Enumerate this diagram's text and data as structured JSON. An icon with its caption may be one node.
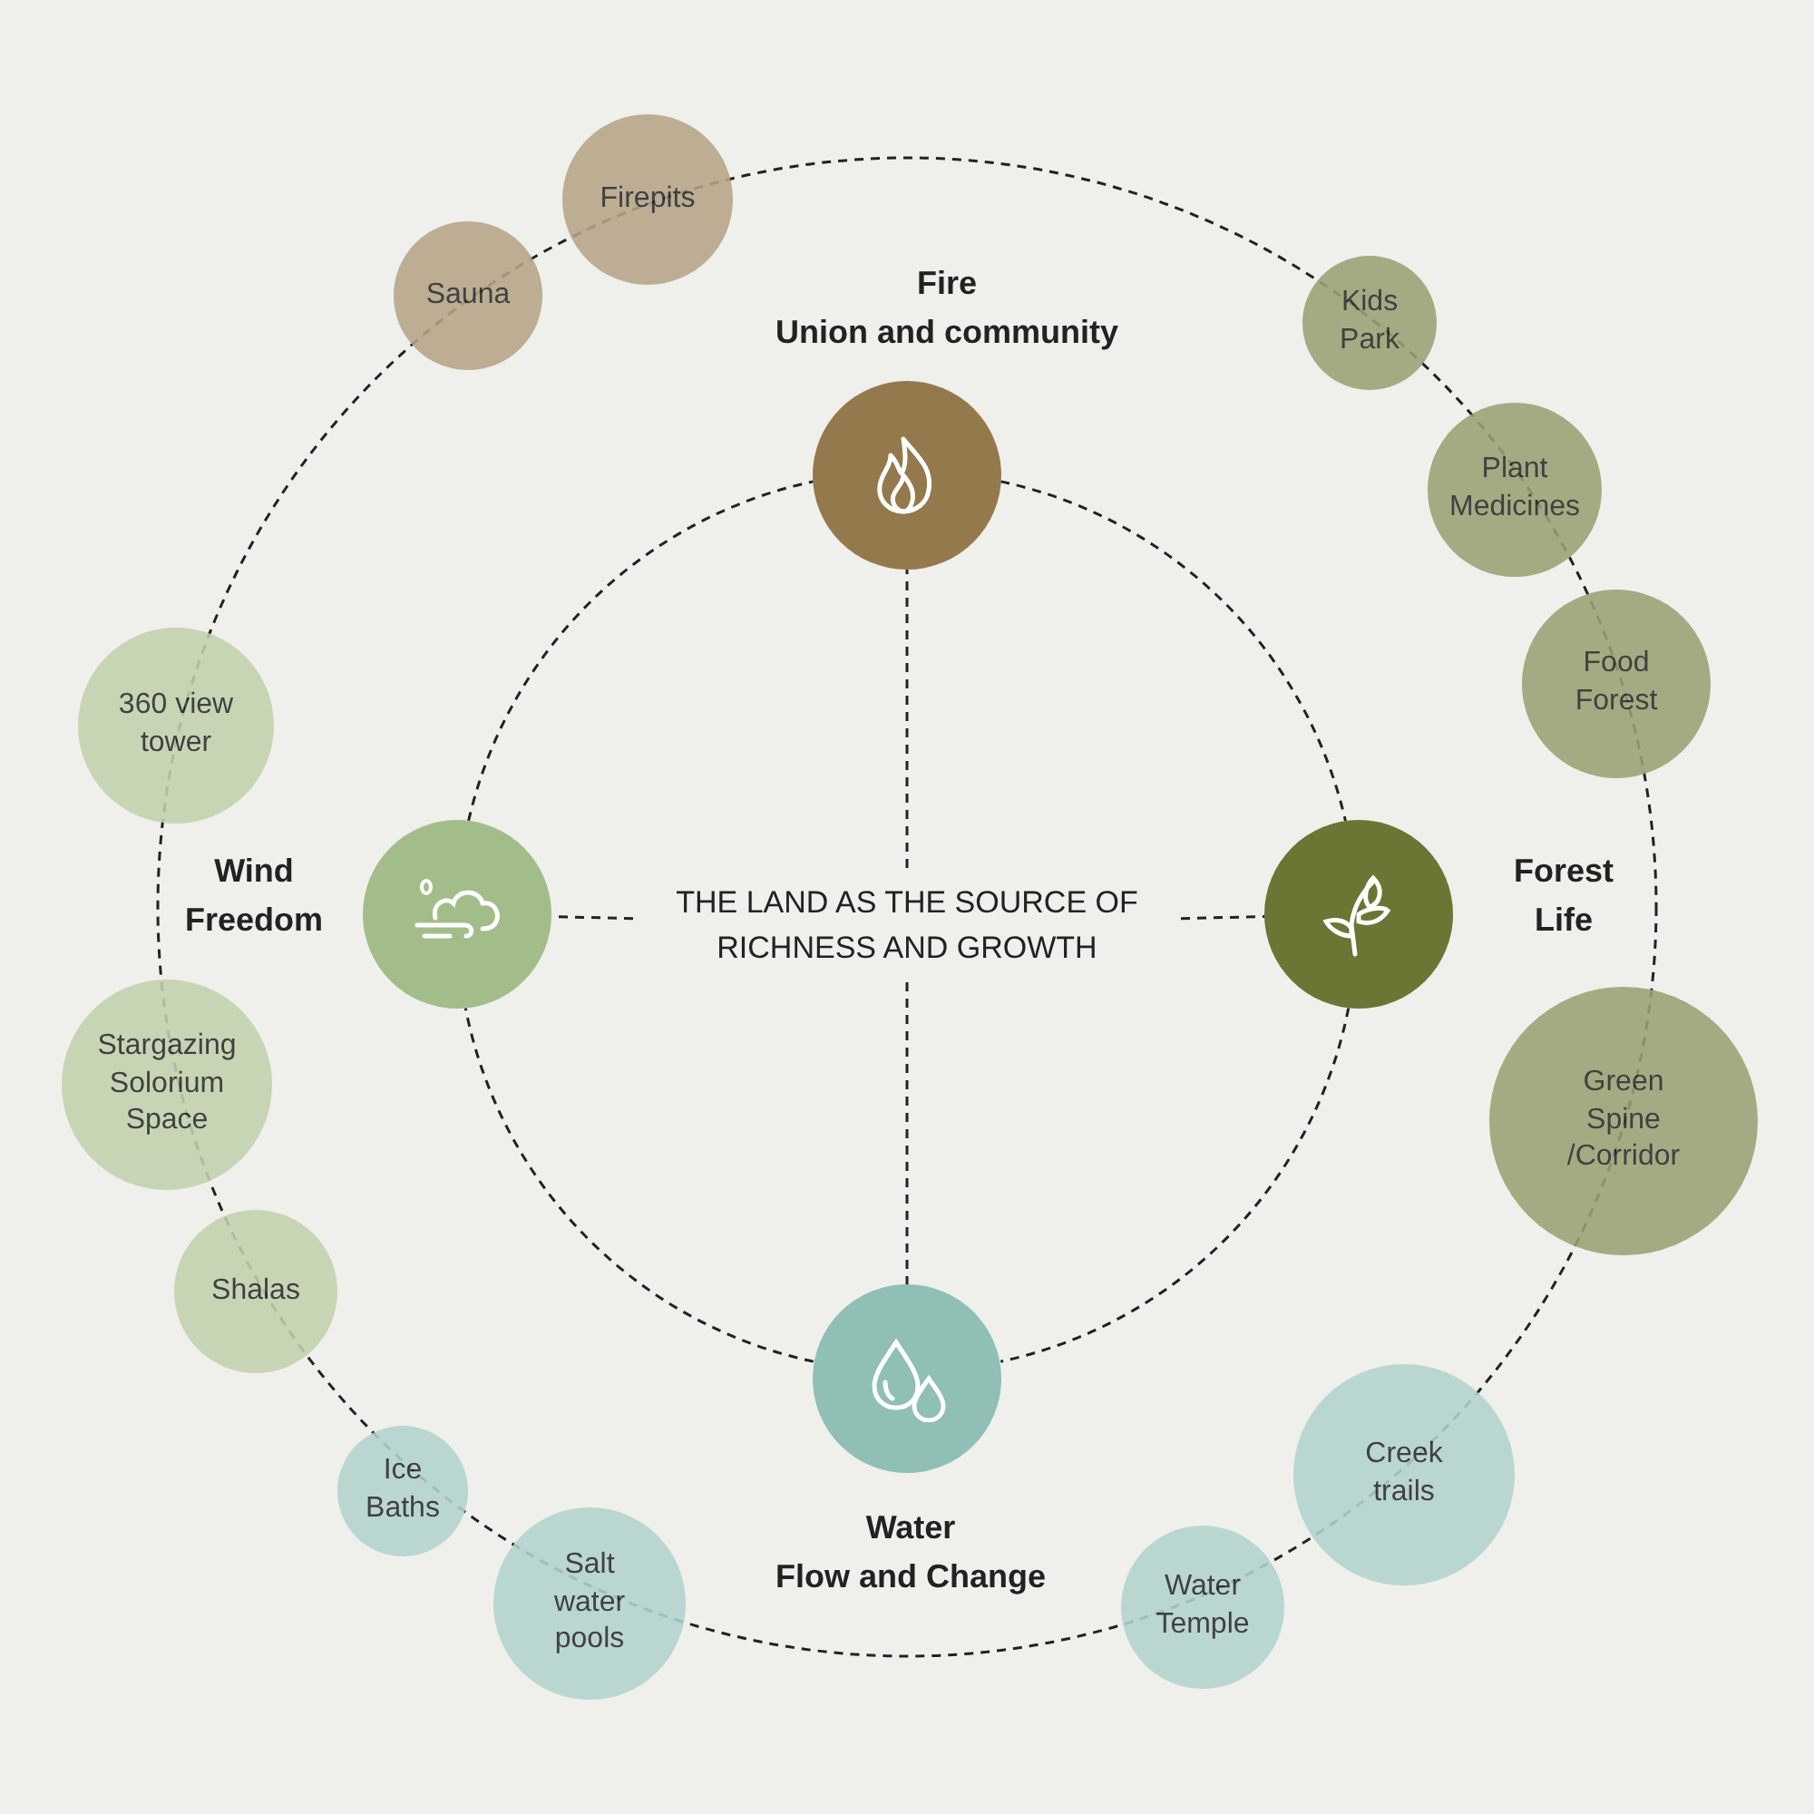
{
  "diagram": {
    "nodes": [
      {
        "text": [
          "THE LAND AS THE SOURCE OF RICHNESS AND GROWTH"
        ]
      },
      {
        "text": [],
        "shape": "circle",
        "beside": [
          "Fire",
          "Union and community"
        ]
      },
      {
        "text": [],
        "shape": "circle",
        "beside": [
          "Forest",
          "Life"
        ]
      },
      {
        "text": [],
        "shape": "circle",
        "beside": [
          "Water",
          "Flow and Change"
        ]
      },
      {
        "text": [],
        "shape": "circle",
        "beside": [
          "Wind",
          "Freedom"
        ]
      },
      {
        "text": [
          "Firepits"
        ]
      },
      {
        "text": [
          "Sauna"
        ]
      },
      {
        "text": [
          "Kids Park"
        ]
      },
      {
        "text": [
          "Plant Medicines"
        ]
      },
      {
        "text": [
          "Food Forest"
        ]
      },
      {
        "text": [
          "Green Spine /Corridor"
        ]
      },
      {
        "text": [
          "Creek trails"
        ]
      },
      {
        "text": [
          "Water Temple"
        ]
      },
      {
        "text": [
          "Salt water pools"
        ]
      },
      {
        "text": [
          "Ice Baths"
        ]
      },
      {
        "text": [
          "Shalas"
        ]
      },
      {
        "text": [
          "Stargazing Solorium Space"
        ]
      },
      {
        "text": [
          "360 view tower"
        ]
      }
    ],
    "edges": [
      {
        "from": 0,
        "to": 1,
        "arrow": "none",
        "style": "dashed"
      },
      {
        "from": 0,
        "to": 2,
        "arrow": "none",
        "style": "dashed"
      },
      {
        "from": 0,
        "to": 3,
        "arrow": "none",
        "style": "dashed"
      },
      {
        "from": 0,
        "to": 4,
        "arrow": "none",
        "style": "dashed"
      },
      {
        "from": 1,
        "to": 2,
        "arrow": "none",
        "style": "dashed"
      },
      {
        "from": 2,
        "to": 3,
        "arrow": "none",
        "style": "dashed"
      },
      {
        "from": 3,
        "to": 4,
        "arrow": "none",
        "style": "dashed"
      },
      {
        "from": 4,
        "to": 1,
        "arrow": "none",
        "style": "dashed"
      }
    ]
  }
}
